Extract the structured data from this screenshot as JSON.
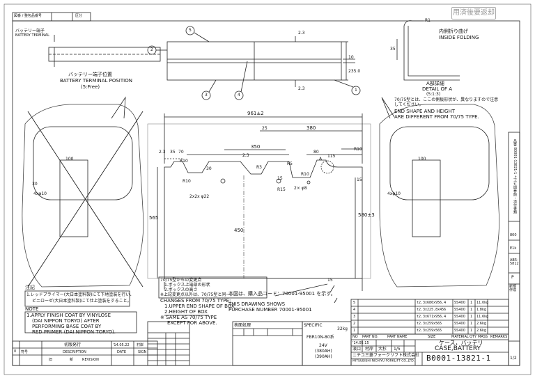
{
  "header": {
    "part_no_label": "図番 / 整包品番号",
    "section_label": "区分",
    "stamp": "用済後要返却"
  },
  "drawing": {
    "battery_terminal_jp": "バッテリー端子",
    "battery_terminal_en": "BATTERY TERMINAL",
    "terminal_position_jp": "バッテリー端子位置",
    "terminal_position_en": "BATTERY TERMINAL POSITION",
    "terminal_position_free": "(5:Free)",
    "inside_folding_jp": "内側折り曲げ",
    "inside_folding_en": "INSIDE FOLDING",
    "detail_a_jp": "A部詳細",
    "detail_a_en": "DETAIL OF A",
    "detail_a_scale": "(5:1:3)",
    "balloons": [
      "1",
      "2",
      "3",
      "4",
      "5"
    ],
    "note_70_75_jp": "70/75型とは、ここの側板形状が、異なりますので注意してください。",
    "end_shape_en": "END SHAPE AND HEIGHT",
    "end_shape_en2": "ARE DIFFERENT FROM 70/75 TYPE.",
    "dims": {
      "d961": "961±2",
      "d380": "380",
      "d25": "25",
      "d350": "350",
      "d2_3a": "2.3",
      "d2_3b": "2.3",
      "d2_3c": "2.3",
      "d2_3d": "2.3",
      "d35": "35",
      "d70": "70",
      "d80": "80",
      "d115": "115",
      "d100a": "100",
      "d100b": "100",
      "d15a": "15",
      "d15b": "15",
      "d15c": "15",
      "d30a": "30",
      "d30b": "30",
      "d565": "565",
      "d450": "450",
      "d580": "580±3",
      "d235": "235.0",
      "d10": "10",
      "d35b": "35",
      "d2x2": "2x2x φ22",
      "d2xphi8": "2× φ8",
      "d4phi10a": "4xφ10",
      "d4phi10b": "4xφ10",
      "r10a": "R10",
      "r10b": "R10",
      "r10c": "R10",
      "r10d": "R10",
      "r3": "R3",
      "r5": "R5",
      "r15": "R15",
      "a_mark": "A",
      "r1": "R1"
    },
    "changes_jp_title": "70/75型からの変更点",
    "changes_jp_1": "1.ボックス上端部の形状",
    "changes_jp_2": "2.ボックスの高さ",
    "changes_jp_3": "※上記変更点以外は、70/75型と同一。",
    "changes_en_title": "CHANGES FROM 70/75 TYPE:",
    "changes_en_1": "1.UPPER END SHAPE OF BOX",
    "changes_en_2": "2.HEIGHT OF BOX",
    "changes_en_3": "※ SAME AS 70/75 TYPE",
    "changes_en_4": "EXCEPT FOR ABOVE.",
    "purchase_jp": "本図は、購入品コード：70001-95001 を示す。",
    "purchase_en_1": "THIS DRAWING SHOWS",
    "purchase_en_2": "PURCHASE NUMBER 70001-95001",
    "note_jp_title": "注記",
    "note_jp_1": "1.レッドプライマー(大日本塗料製)にて下地塗装を行い、",
    "note_jp_2": "ビニローゼ(大日本塗料製)にて仕上塗装をすること。",
    "note_en_title": "NOTE",
    "note_en_1": "1.APPLY FINISH COAT BY VINYLOSE",
    "note_en_2": "(DAI NIPPON TORYO) AFTER",
    "note_en_3": "PERFORMING BASE COAT BY",
    "note_en_4": "RED PRIMER (DAI NIPPON TORYO)."
  },
  "parts_list": [
    {
      "no": "5",
      "desc": "t2.3x686x956.4",
      "mat": "SS400",
      "qty": "1",
      "wt": "11.0kg"
    },
    {
      "no": "4",
      "desc": "t2.3x225.8x456",
      "mat": "SS400",
      "qty": "1",
      "wt": "1.8kg"
    },
    {
      "no": "3",
      "desc": "t2.3x671x956.4",
      "mat": "SS400",
      "qty": "1",
      "wt": "11.6kg"
    },
    {
      "no": "2",
      "desc": "t2.3x259x565",
      "mat": "SS400",
      "qty": "1",
      "wt": "2.6kg"
    },
    {
      "no": "1",
      "desc": "t2.3x259x565",
      "mat": "SS400",
      "qty": "1",
      "wt": "2.6kg"
    }
  ],
  "parts_header": {
    "no": "NO",
    "part_no": "PART NO.",
    "part_name": "PART NAME",
    "size": "SIZE",
    "material": "MATERIAL",
    "qty": "QTY",
    "mass": "MASS",
    "remarks": "REMARKS"
  },
  "title_block": {
    "title_jp": "ケース，バッテリ",
    "title_en": "CASE,BATTERY",
    "drawing_no": "B0001-13821-1",
    "company": "ニチユ三菱フォークリフト株式会社",
    "company_en": "MITSUBISHI NICHIYU FORKLIFT CO.,LTD.",
    "date": "'14.05.15",
    "scale": "1/5",
    "drawn": "濱口",
    "checked": "村岸",
    "approved": "大杉",
    "weight": "32kg",
    "specific": "SPECIFIC",
    "fb_label": "FBR10N-80系",
    "v24": "24V",
    "v1": "(380AH)",
    "v2": "(390AH)",
    "treatment_label": "表面処理",
    "sheet": "1/2"
  },
  "revision": {
    "header_symbol": "符号",
    "header_desc": "DESCRIPTION",
    "header_date": "DATE",
    "header_sign": "SIGN",
    "row_desc": "初版発行",
    "row_date": "'14.05.22",
    "row_sign": "村岸",
    "row_symbol": "0",
    "rev_label": "REVISION",
    "old": "旧",
    "new": "新"
  },
  "side_tab": {
    "vertical_text": "品番 B0001-13821-1 上ぶた図参照・添付書類",
    "f1": "800",
    "f2": "E1k",
    "f3": "AB5-5812",
    "f4": "P",
    "f5": "新規作成"
  }
}
